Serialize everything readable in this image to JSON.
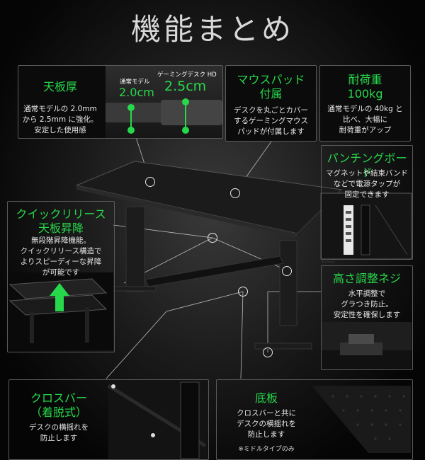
{
  "title": "機能まとめ",
  "colors": {
    "accent": "#27d84a",
    "background": "#000000",
    "border": "#5a5a5a"
  },
  "features": {
    "thickness": {
      "heading": "天板厚",
      "body": [
        "通常モデルの 2.0mm",
        "から 2.5mm に強化。",
        "安定した使用感"
      ],
      "compare_left_label": "通常モデル",
      "compare_left_value": "2.0cm",
      "compare_right_label": "ゲーミングデスク HD",
      "compare_right_value": "2.5cm"
    },
    "mousepad": {
      "heading": [
        "マウスパッド",
        "付属"
      ],
      "body": [
        "デスクを丸ごとカバー",
        "するゲーミングマウス",
        "パッドが付属します"
      ]
    },
    "load": {
      "heading": [
        "耐荷重",
        "100kg"
      ],
      "body": [
        "通常モデルの 40kg と",
        "比べ、大幅に",
        "耐荷重がアップ"
      ]
    },
    "punching": {
      "heading": "パンチングボード",
      "body": [
        "マグネットや結束バンド",
        "などで電源タップが",
        "固定できます"
      ]
    },
    "quickrelease": {
      "heading": [
        "クイックリリース",
        "天板昇降"
      ],
      "body": [
        "無段階昇降機能。",
        "クイックリリース構造で",
        "よりスピーディーな昇降",
        "が可能です"
      ]
    },
    "adjuster": {
      "heading": "高さ調整ネジ",
      "body": [
        "水平調整で",
        "グラつき防止。",
        "安定性を確保します"
      ]
    },
    "crossbar": {
      "heading": [
        "クロスバー",
        "（着脱式）"
      ],
      "body": [
        "デスクの横揺れを",
        "防止します"
      ]
    },
    "bottomboard": {
      "heading": "底板",
      "body": [
        "クロスバーと共に",
        "デスクの横揺れを",
        "防止します"
      ],
      "note": "※ミドルタイプのみ"
    }
  }
}
